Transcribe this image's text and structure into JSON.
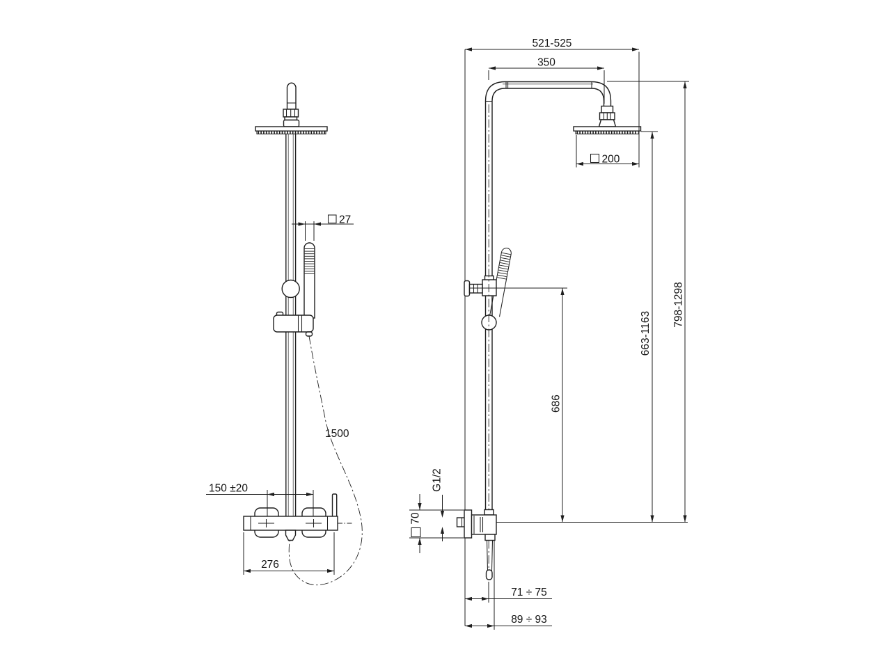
{
  "page": {
    "background": "#ffffff",
    "line_color": "#1f1f1f"
  },
  "drawing": {
    "type": "technical-dimension-drawing",
    "subject": "wall-mounted shower column with overhead shower, hand shower and exposed mixer",
    "views": [
      {
        "id": "front-view"
      },
      {
        "id": "side-view"
      }
    ],
    "dimensions": {
      "top_width": "521-525",
      "arm_reach": "350",
      "head_size": "200",
      "hand_shower_width": "27",
      "column_height_range": "798-1298",
      "head_height_range": "663-1163",
      "diverter_height": "686",
      "hose_length": "1500",
      "inlet_spacing": "150 ±20",
      "mixer_width": "276",
      "wall_distance_hose": "71 ÷ 75",
      "wall_distance_column": "89 ÷ 93",
      "inlet_thread": "G1/2",
      "escutcheon_size": "70"
    }
  }
}
